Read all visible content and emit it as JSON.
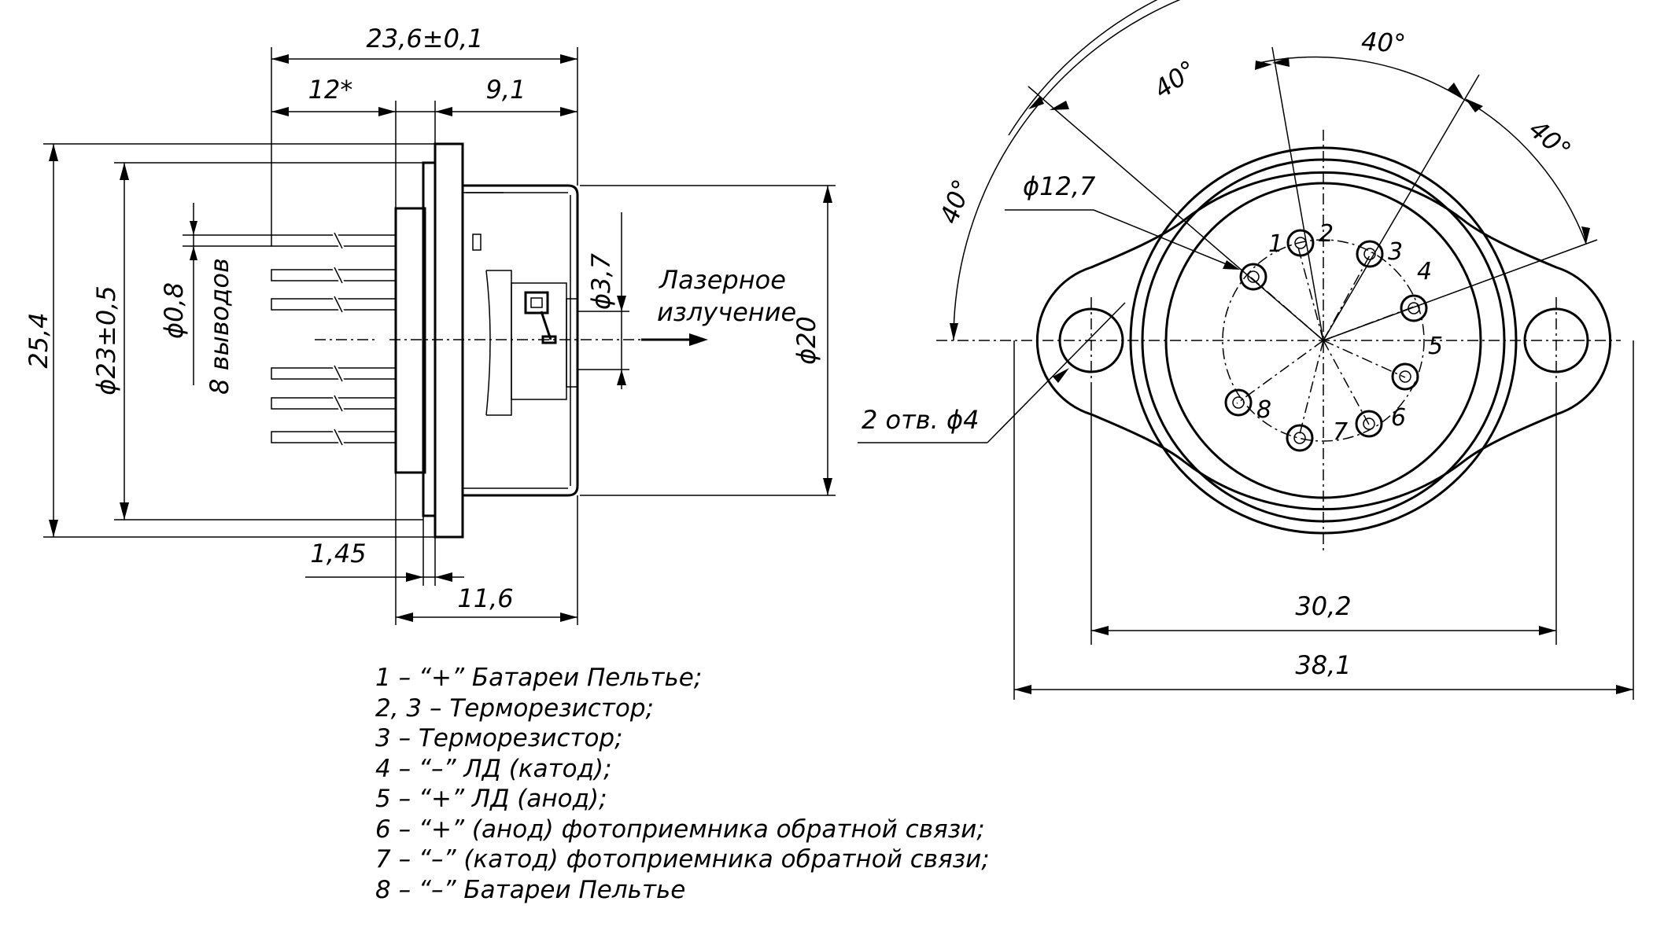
{
  "side_view": {
    "dim_overall_length": "23,6±0,1",
    "dim_pins_length": "12*",
    "dim_front_length": "9,1",
    "dim_flange_height": "25,4",
    "dim_flange_diameter": "ϕ23±0,5",
    "dim_pin_diameter": "ϕ0,8",
    "pins_count_note": "8 выводов",
    "dim_window_diameter": "ϕ3,7",
    "dim_cap_diameter": "ϕ20",
    "dim_flange_thickness": "1,45",
    "dim_body_length": "11,6",
    "laser_label_line1": "Лазерное",
    "laser_label_line2": "излучение"
  },
  "front_view": {
    "angle_1": "40°",
    "angle_2": "40°",
    "angle_3": "40°",
    "angle_4": "40°",
    "dim_pin_circle": "ϕ12,7",
    "holes_note": "2 отв. ϕ4",
    "dim_hole_spacing": "30,2",
    "dim_overall_width": "38,1",
    "pin_numbers": [
      "1",
      "2",
      "3",
      "4",
      "5",
      "6",
      "7",
      "8"
    ]
  },
  "legend": [
    "1 – “+” Батареи Пельтье;",
    "2, 3 – Терморезистор;",
    "3 – Терморезистор;",
    "4 – “–” ЛД (катод);",
    "5 – “+” ЛД (анод);",
    "6 – “+” (анод) фотоприемника обратной связи;",
    "7 – “–” (катод) фотоприемника обратной связи;",
    "8 – “–” Батареи Пельтье"
  ]
}
